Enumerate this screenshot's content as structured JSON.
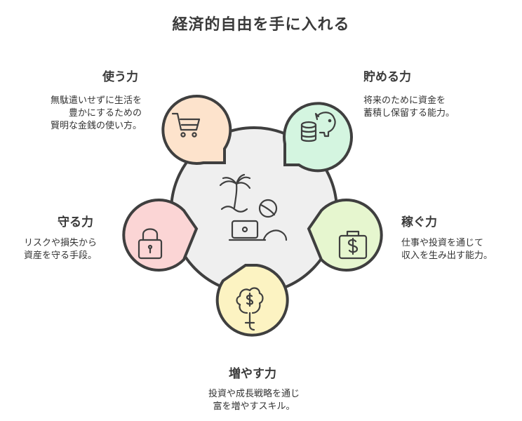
{
  "title": "経済的自由を手に入れる",
  "center": {
    "icon": "beach-laptop-icon"
  },
  "nodes": {
    "use": {
      "label": "使う力",
      "desc": [
        "無駄遣いせずに生活を",
        "豊かにするための",
        "賢明な金銭の使い方。"
      ],
      "icon": "shopping-cart-icon",
      "color": "#fde3cc"
    },
    "save": {
      "label": "貯める力",
      "desc": [
        "将来のために資金を",
        "蓄積し保留する能力。"
      ],
      "icon": "piggy-bank-icon",
      "color": "#d4f5e0"
    },
    "earn": {
      "label": "稼ぐ力",
      "desc": [
        "仕事や投資を通じて",
        "収入を生み出す能力。"
      ],
      "icon": "briefcase-dollar-icon",
      "color": "#e6f6cf"
    },
    "grow": {
      "label": "増やす力",
      "desc": [
        "投資や成長戦略を通じ",
        "富を増やすスキル。"
      ],
      "icon": "money-tree-icon",
      "color": "#fcf3c2"
    },
    "protect": {
      "label": "守る力",
      "desc": [
        "リスクや損失から",
        "資産を守る手段。"
      ],
      "icon": "padlock-icon",
      "color": "#fbd5d5"
    }
  }
}
